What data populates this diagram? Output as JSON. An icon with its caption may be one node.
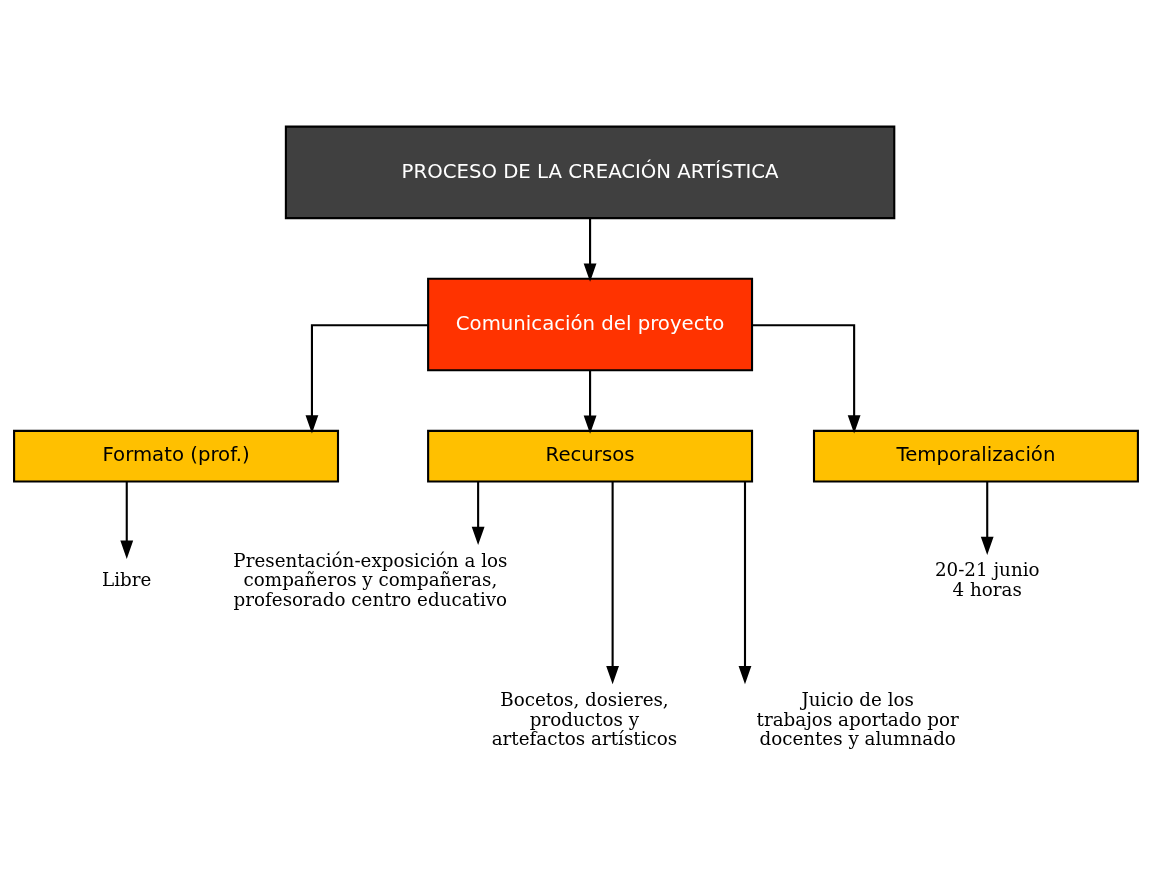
{
  "diagram": {
    "nodes": [
      {
        "text": [
          "PROCESO DE LA CREACIÓN ARTÍSTICA"
        ]
      },
      {
        "text": [
          "Comunicación del proyecto"
        ]
      },
      {
        "text": [
          "Formato (prof.)"
        ]
      },
      {
        "text": [
          "Recursos"
        ]
      },
      {
        "text": [
          "Temporalización"
        ]
      },
      {
        "text": [
          "Libre"
        ]
      },
      {
        "text": [
          "Presentación-exposición a los compañeros y compañeras, profesorado centro educativo"
        ]
      },
      {
        "text": [
          "20-21 junio",
          "4 horas"
        ]
      },
      {
        "text": [
          "Bocetos, dosieres, productos y artefactos artísticos"
        ]
      },
      {
        "text": [
          "Juicio de los trabajos aportado por docentes y alumnado"
        ]
      }
    ],
    "edges": [
      {
        "from": 0,
        "to": 1,
        "arrow": "to"
      },
      {
        "from": 1,
        "to": 2,
        "arrow": "to"
      },
      {
        "from": 1,
        "to": 3,
        "arrow": "to"
      },
      {
        "from": 1,
        "to": 4,
        "arrow": "to"
      },
      {
        "from": 2,
        "to": 5,
        "arrow": "to"
      },
      {
        "from": 3,
        "to": 6,
        "arrow": "to"
      },
      {
        "from": 3,
        "to": 8,
        "arrow": "to"
      },
      {
        "from": 3,
        "to": 9,
        "arrow": "to"
      },
      {
        "from": 4,
        "to": 7,
        "arrow": "to"
      }
    ]
  }
}
